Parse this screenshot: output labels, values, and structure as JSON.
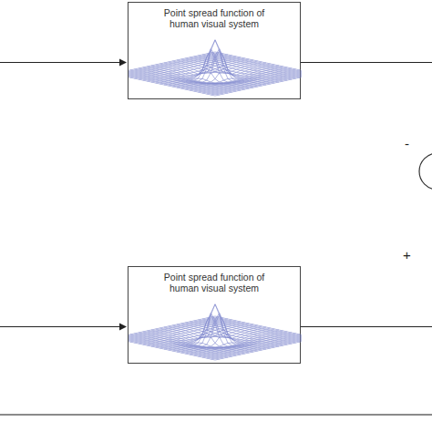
{
  "diagram": {
    "nodes": [
      {
        "text": [
          "Point spread function of human visual system"
        ]
      },
      {
        "text": [
          "Point spread function of human visual system"
        ]
      }
    ],
    "labels": [
      "-",
      "+"
    ]
  }
}
